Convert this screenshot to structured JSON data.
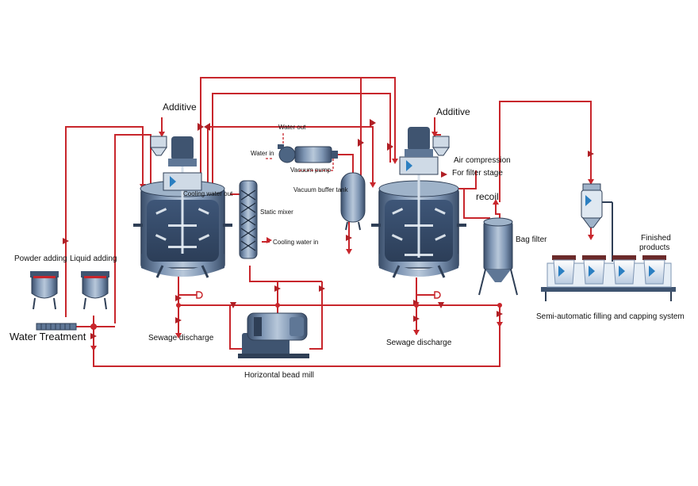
{
  "labels": {
    "additive_left": "Additive",
    "additive_right": "Additive",
    "water_out": "Water out",
    "water_in": "Water in",
    "vacuum_pump": "Vacuum pump",
    "vacuum_buffer_tank": "Vacuum buffer tank",
    "cooling_water_out": "Cooling water out",
    "static_mixer": "Static mixer",
    "cooling_water_in": "Cooling water in",
    "air_compression": "Air compression",
    "for_filter_stage": "For filter stage",
    "recoil": "recoil",
    "bag_filter": "Bag filter",
    "finished_products_1": "Finished",
    "finished_products_2": "products",
    "powder_adding": "Powder adding",
    "liquid_adding": "Liquid adding",
    "water_treatment": "Water Treatment",
    "sewage_discharge_left": "Sewage discharge",
    "sewage_discharge_right": "Sewage discharge",
    "horizontal_bead_mill": "Horizontal bead mill",
    "filling_system": "Semi-automatic filling and capping system"
  },
  "colors": {
    "pipe": "#c8262c",
    "steel_dark": "#3f5470",
    "steel_mid": "#5f7796",
    "steel_light": "#c9d6e3",
    "accent_blue": "#2b7fc1",
    "valve": "#b01f25",
    "text": "#111111"
  }
}
